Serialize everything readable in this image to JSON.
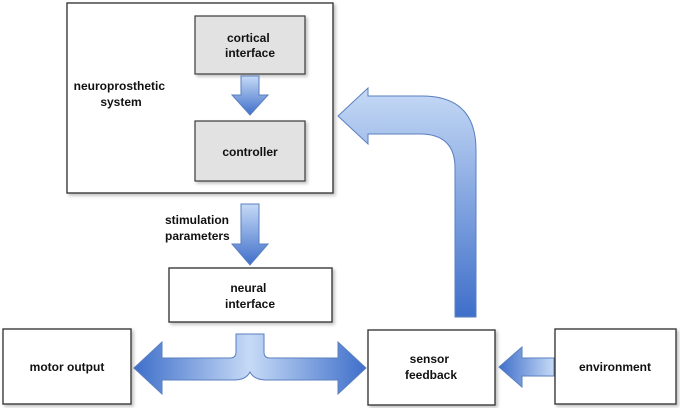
{
  "nodes": {
    "neuroprosthetic_system": {
      "line1": "neuroprosthetic",
      "line2": "system"
    },
    "cortical_interface": {
      "line1": "cortical",
      "line2": "interface"
    },
    "controller": {
      "label": "controller"
    },
    "stimulation_parameters": {
      "line1": "stimulation",
      "line2": "parameters"
    },
    "neural_interface": {
      "line1": "neural",
      "line2": "interface"
    },
    "motor_output": {
      "label": "motor output"
    },
    "sensor_feedback": {
      "line1": "sensor",
      "line2": "feedback"
    },
    "environment": {
      "label": "environment"
    }
  },
  "edges": [
    {
      "from": "cortical_interface",
      "to": "controller"
    },
    {
      "from": "neuroprosthetic_system",
      "to": "neural_interface"
    },
    {
      "from": "neural_interface",
      "to": "motor_output"
    },
    {
      "from": "neural_interface",
      "to": "sensor_feedback"
    },
    {
      "from": "environment",
      "to": "sensor_feedback"
    },
    {
      "from": "sensor_feedback",
      "to": "neuroprosthetic_system"
    }
  ],
  "colors": {
    "arrow_light": "#c6daf6",
    "arrow_dark": "#3f6fca",
    "box_border": "#3a3a3a",
    "inner_box_fill": "#e2e2e2"
  }
}
